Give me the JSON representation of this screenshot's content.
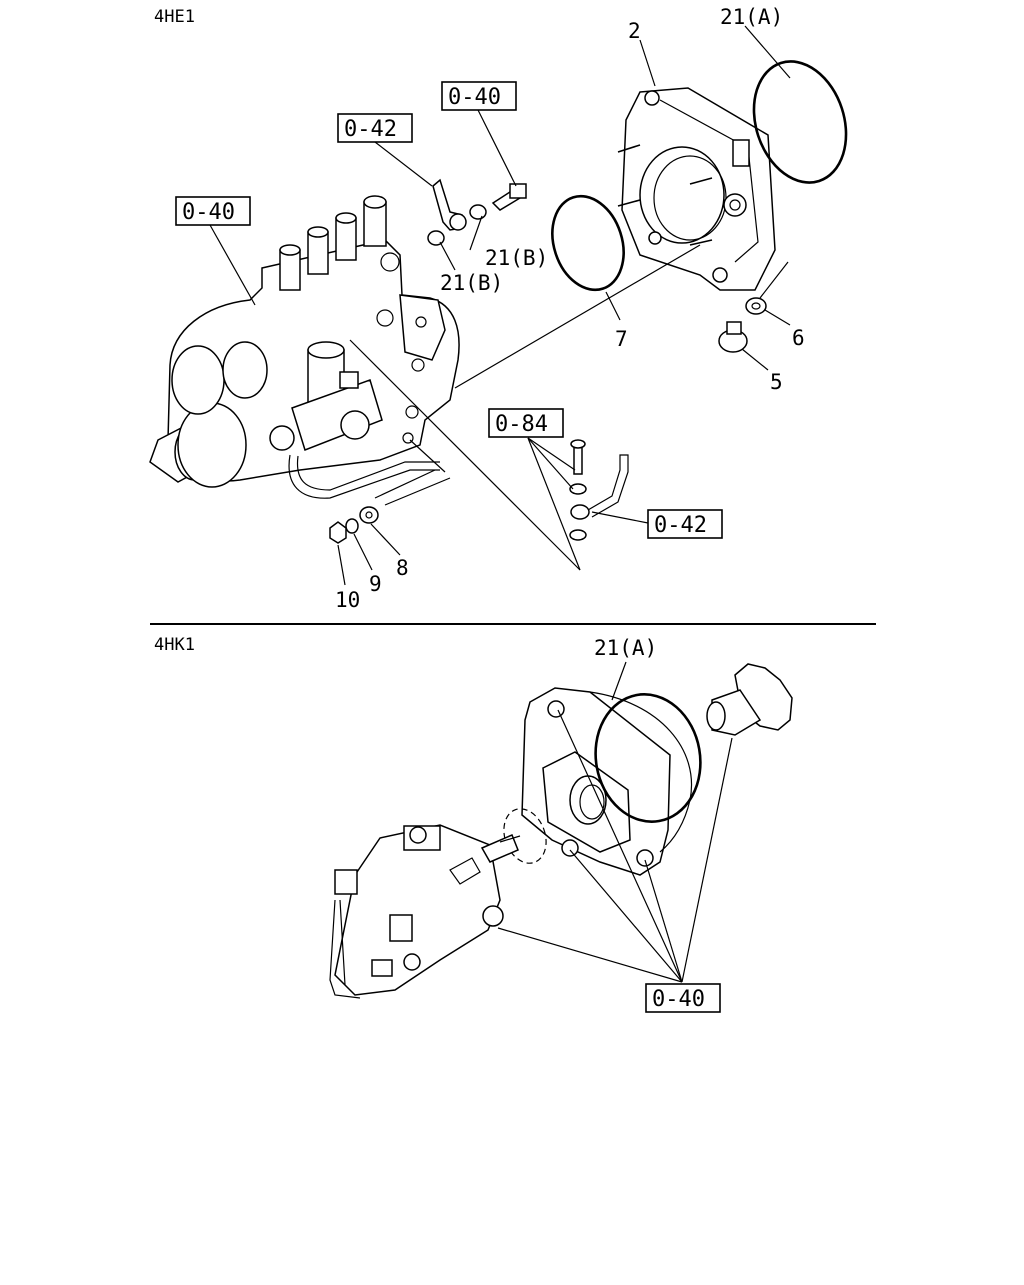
{
  "sections": {
    "top": {
      "engine": "4HE1"
    },
    "bottom": {
      "engine": "4HK1"
    }
  },
  "refs": {
    "r1": "0-40",
    "r2": "0-42",
    "r3": "0-40",
    "r4": "0-84",
    "r5": "0-42",
    "r6": "0-40"
  },
  "callouts": {
    "c2": "2",
    "c21a_top": "21(A)",
    "c21b_1": "21(B)",
    "c21b_2": "21(B)",
    "c7": "7",
    "c6": "6",
    "c5": "5",
    "c8": "8",
    "c9": "9",
    "c10": "10",
    "c21a_bottom": "21(A)"
  }
}
